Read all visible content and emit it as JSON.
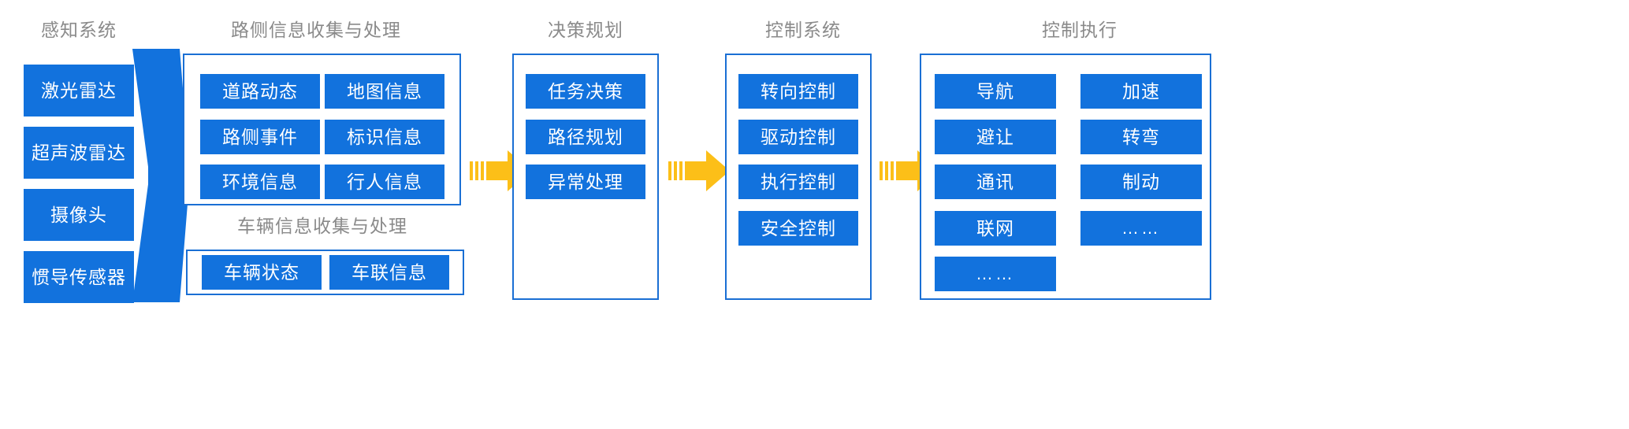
{
  "diagram": {
    "title_color": "#8a8a8a",
    "chip_color": "#1272dd",
    "panel_border_color": "#1a6fd4",
    "arrow_color": "#fcbf18",
    "funnel_color": "#1272dd",
    "background": "#ffffff"
  },
  "columns": {
    "perception": {
      "title": "感知系统",
      "items": [
        {
          "label": "激光雷达"
        },
        {
          "label": "超声波雷达"
        },
        {
          "label": "摄像头"
        },
        {
          "label": "惯导传感器"
        }
      ]
    },
    "roadside": {
      "title": "路侧信息收集与处理",
      "left_items": [
        {
          "label": "道路动态"
        },
        {
          "label": "路侧事件"
        },
        {
          "label": "环境信息"
        }
      ],
      "right_items": [
        {
          "label": "地图信息"
        },
        {
          "label": "标识信息"
        },
        {
          "label": "行人信息"
        }
      ]
    },
    "vehicle": {
      "title": "车辆信息收集与处理",
      "left_items": [
        {
          "label": "车辆状态"
        }
      ],
      "right_items": [
        {
          "label": "车联信息"
        }
      ]
    },
    "decision": {
      "title": "决策规划",
      "items": [
        {
          "label": "任务决策"
        },
        {
          "label": "路径规划"
        },
        {
          "label": "异常处理"
        }
      ]
    },
    "control_system": {
      "title": "控制系统",
      "items": [
        {
          "label": "转向控制"
        },
        {
          "label": "驱动控制"
        },
        {
          "label": "执行控制"
        },
        {
          "label": "安全控制"
        }
      ]
    },
    "control_execution": {
      "title": "控制执行",
      "left_items": [
        {
          "label": "导航"
        },
        {
          "label": "避让"
        },
        {
          "label": "通讯"
        },
        {
          "label": "联网"
        },
        {
          "label": "……"
        }
      ],
      "right_items": [
        {
          "label": "加速"
        },
        {
          "label": "转弯"
        },
        {
          "label": "制动"
        },
        {
          "label": "……"
        }
      ]
    }
  },
  "arrows": [
    {
      "name": "roadside-to-decision"
    },
    {
      "name": "decision-to-control-system"
    },
    {
      "name": "control-system-to-control-execution"
    }
  ]
}
